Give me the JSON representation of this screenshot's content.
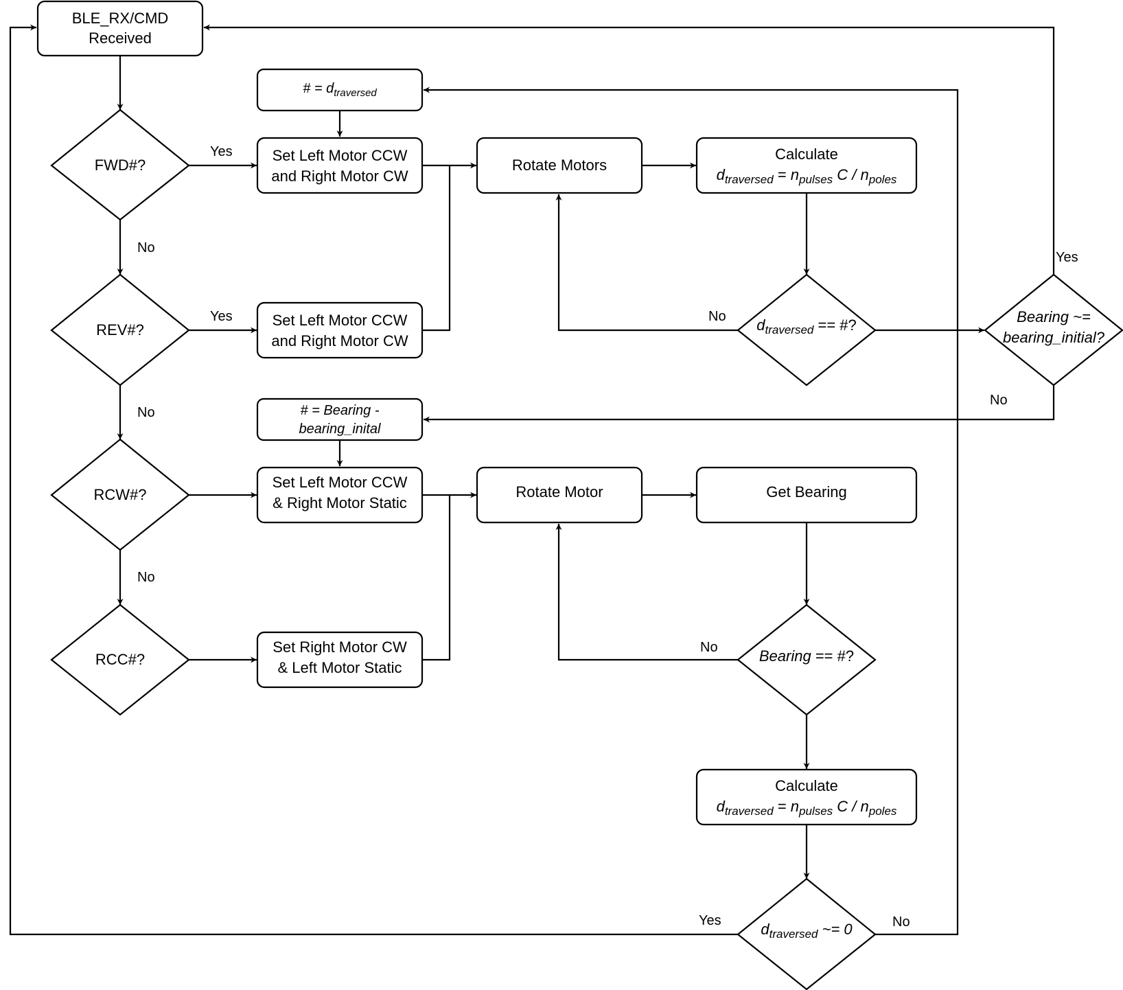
{
  "nodes": {
    "start": {
      "line1": "BLE_RX/CMD",
      "line2": "Received"
    },
    "fwd": {
      "label": "FWD#?"
    },
    "rev": {
      "label": "REV#?"
    },
    "rcw": {
      "label": "RCW#?"
    },
    "rcc": {
      "label": "RCC#?"
    },
    "set_dist": {
      "lhs": "# = ",
      "var": "d",
      "sub": "traversed"
    },
    "fwd_set": {
      "line1": "Set Left Motor CCW",
      "line2": "and Right Motor CW"
    },
    "rev_set": {
      "line1": "Set Left Motor CCW",
      "line2": "and Right Motor CW"
    },
    "rotate_motors": {
      "label": "Rotate Motors"
    },
    "calc1": {
      "line1": "Calculate",
      "d": "d",
      "d_sub": "traversed",
      "eq": " = ",
      "n1": "n",
      "n1_sub": "pulses",
      "mid": " C / ",
      "n2": "n",
      "n2_sub": "poles"
    },
    "dist_check": {
      "var": "d",
      "sub": "traversed",
      "rest": " == #?"
    },
    "bearing_check1": {
      "line1": "Bearing ~=",
      "line2": "bearing_initial?"
    },
    "set_bearing": {
      "line1": "# = Bearing -",
      "line2": "bearing_inital"
    },
    "rcw_set": {
      "line1": "Set Left Motor CCW",
      "line2": "& Right Motor Static"
    },
    "rcc_set": {
      "line1": "Set Right Motor CW",
      "line2": "& Left Motor Static"
    },
    "rotate_motor": {
      "label": "Rotate Motor"
    },
    "get_bearing": {
      "label": "Get Bearing"
    },
    "bearing_check2": {
      "italic": "Bearing",
      "rest": " == #?"
    },
    "calc2": {
      "line1": "Calculate",
      "d": "d",
      "d_sub": "traversed",
      "eq": " = ",
      "n1": "n",
      "n1_sub": "pulses",
      "mid": " C / ",
      "n2": "n",
      "n2_sub": "poles"
    },
    "zero_check": {
      "var": "d",
      "sub": "traversed",
      "rest": " ~= 0"
    }
  },
  "edge_labels": {
    "fwd_yes": "Yes",
    "fwd_no": "No",
    "rev_yes": "Yes",
    "rev_no": "No",
    "rcw_no": "No",
    "dist_no": "No",
    "bearing1_yes": "Yes",
    "bearing1_no": "No",
    "bearing2_no": "No",
    "zero_yes": "Yes",
    "zero_no": "No"
  }
}
